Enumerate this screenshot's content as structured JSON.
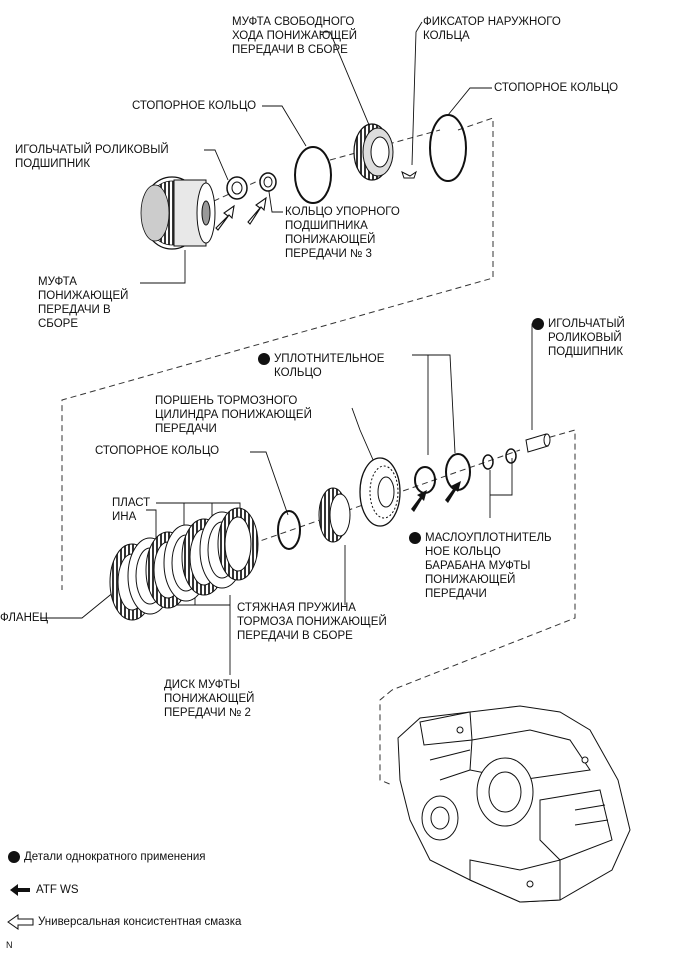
{
  "labels": {
    "mufta_svob": "МУФТА СВОБОДНОГО\nХОДА ПОНИЖАЮЩЕЙ\nПЕРЕДАЧИ В СБОРЕ",
    "fiksator": "ФИКСАТОР НАРУЖНОГО\nКОЛЬЦА",
    "stop_top_right": "СТОПОРНОЕ КОЛЬЦО",
    "stop_top": "СТОПОРНОЕ КОЛЬЦО",
    "igol_top": "ИГОЛЬЧАТЫЙ РОЛИКОВЫЙ\nПОДШИПНИК",
    "kolco_upor": "КОЛЬЦО УПОРНОГО\nПОДШИПНИКА\nПОНИЖАЮЩЕЙ\nПЕРЕДАЧИ № 3",
    "mufta_ponizh": "МУФТА\nПОНИЖАЮЩЕЙ\nПЕРЕДАЧИ В\nСБОРЕ",
    "igol_right": "ИГОЛЬЧАТЫЙ\nРОЛИКОВЫЙ\nПОДШИПНИК",
    "uplotn": "УПЛОТНИТЕЛЬНОЕ\nКОЛЬЦО",
    "porshen": "ПОРШЕНЬ ТОРМОЗНОГО\nЦИЛИНДРА ПОНИЖАЮЩЕЙ\nПЕРЕДАЧИ",
    "stop_mid": "СТОПОРНОЕ КОЛЬЦО",
    "plastina": "ПЛАСТ\nИНА",
    "maslo": "МАСЛОУПЛОТНИТЕЛЬ\nНОЕ КОЛЬЦО\nБАРАБАНА МУФТЫ\nПОНИЖАЮЩЕЙ\nПЕРЕДАЧИ",
    "flanec": "ФЛАНЕЦ",
    "styazh": "СТЯЖНАЯ ПРУЖИНА\nТОРМОЗА ПОНИЖАЮЩЕЙ\nПЕРЕДАЧИ В СБОРЕ",
    "disk": "ДИСК МУФТЫ\nПОНИЖАЮЩЕЙ\nПЕРЕДАЧИ № 2"
  },
  "legend": {
    "single_use": "Детали однократного применения",
    "atf": "ATF WS",
    "grease": "Универсальная консистентная смазка"
  },
  "corner_mark": "N"
}
